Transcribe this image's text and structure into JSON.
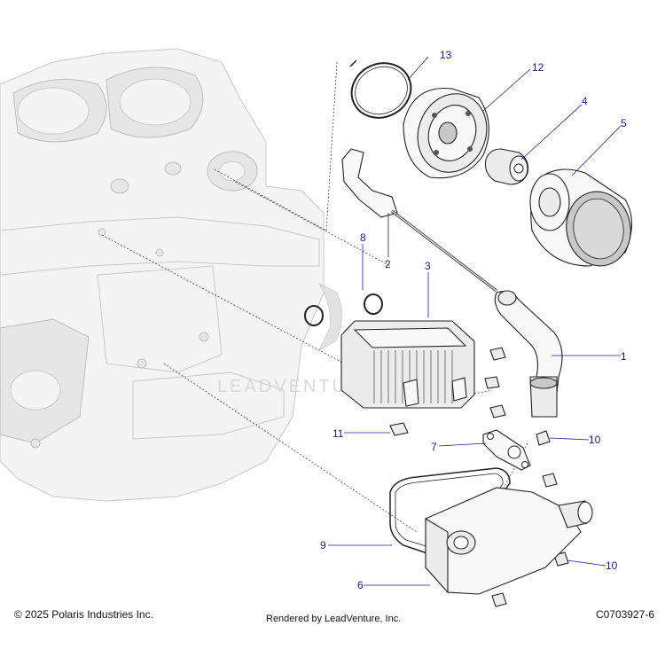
{
  "callouts": [
    {
      "id": "callout-13",
      "label": "13"
    },
    {
      "id": "callout-12",
      "label": "12"
    },
    {
      "id": "callout-4",
      "label": "4"
    },
    {
      "id": "callout-5",
      "label": "5"
    },
    {
      "id": "callout-8",
      "label": "8"
    },
    {
      "id": "callout-2",
      "label": "2"
    },
    {
      "id": "callout-3",
      "label": "3"
    },
    {
      "id": "callout-1",
      "label": "1"
    },
    {
      "id": "callout-11",
      "label": "11"
    },
    {
      "id": "callout-7",
      "label": "7"
    },
    {
      "id": "callout-10a",
      "label": "10"
    },
    {
      "id": "callout-9",
      "label": "9"
    },
    {
      "id": "callout-6",
      "label": "6"
    },
    {
      "id": "callout-10b",
      "label": "10"
    }
  ],
  "watermark": "LEADVENTURE",
  "footer": {
    "copyright": "© 2025 Polaris Industries Inc.",
    "rendered_by": "Rendered by LeadVenture, Inc.",
    "figure_id": "C0703927-6"
  },
  "colors": {
    "callout": "#1a1a9c",
    "line_art": "#222222",
    "ghost_engine": "#c9c9c9"
  }
}
